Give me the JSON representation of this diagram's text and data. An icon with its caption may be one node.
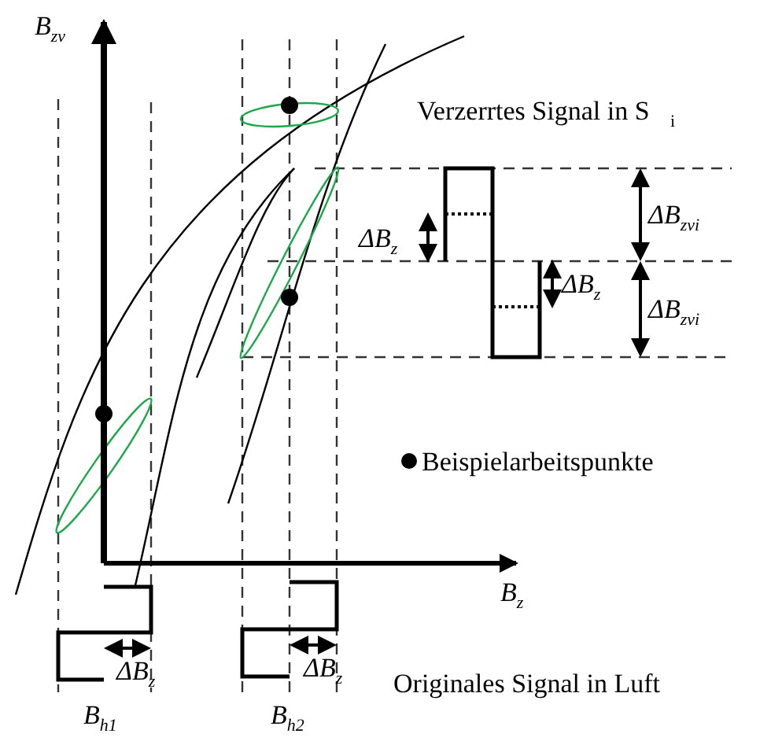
{
  "diagram": {
    "labels": [
      "B$_{zv}$",
      "Verzerrtes Signal in S⃗$_{i}$",
      "ΔB$_{z}$",
      "ΔB$_{zvi}$",
      "ΔB$_{z}$",
      "ΔB$_{zvi}$",
      "B$_{z}$",
      "ΔB$_{z}$",
      "ΔB$_{z}$",
      "Originales Signal in Luft",
      "B$_{h1}$",
      "B$_{h2}$"
    ],
    "legend": [
      {
        "text": "Beispielarbeitspunkte"
      }
    ]
  }
}
